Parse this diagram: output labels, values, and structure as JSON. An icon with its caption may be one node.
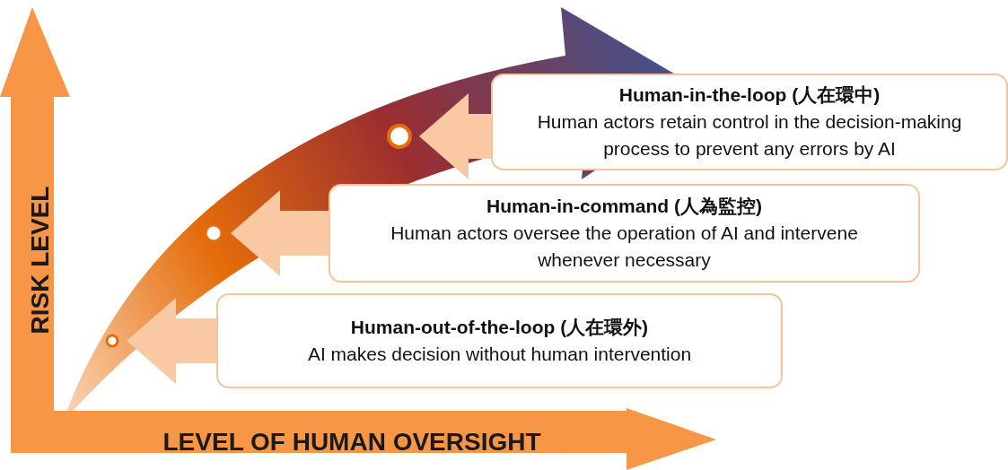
{
  "diagram": {
    "nodes": [
      {
        "text": [
          "Human-in-the-loop (人在環中)",
          "Human actors retain control in the decision-making process to prevent any errors by AI"
        ]
      },
      {
        "text": [
          "Human-in-command (人為監控)",
          "Human actors oversee the operation of AI and intervene whenever necessary"
        ]
      },
      {
        "text": [
          "Human-out-of-the-loop (人在環外)",
          "AI makes decision without human intervention"
        ]
      },
      {
        "text": [],
        "shape": "circle"
      },
      {
        "text": [],
        "shape": "circle"
      },
      {
        "text": [],
        "shape": "circle"
      }
    ],
    "edges": [
      {
        "from": 0,
        "to": 5,
        "arrow": "to"
      },
      {
        "from": 1,
        "to": 4,
        "arrow": "to"
      },
      {
        "from": 2,
        "to": 3,
        "arrow": "to"
      }
    ],
    "labels": [
      "RISK LEVEL",
      "LEVEL OF HUMAN OVERSIGHT"
    ]
  }
}
